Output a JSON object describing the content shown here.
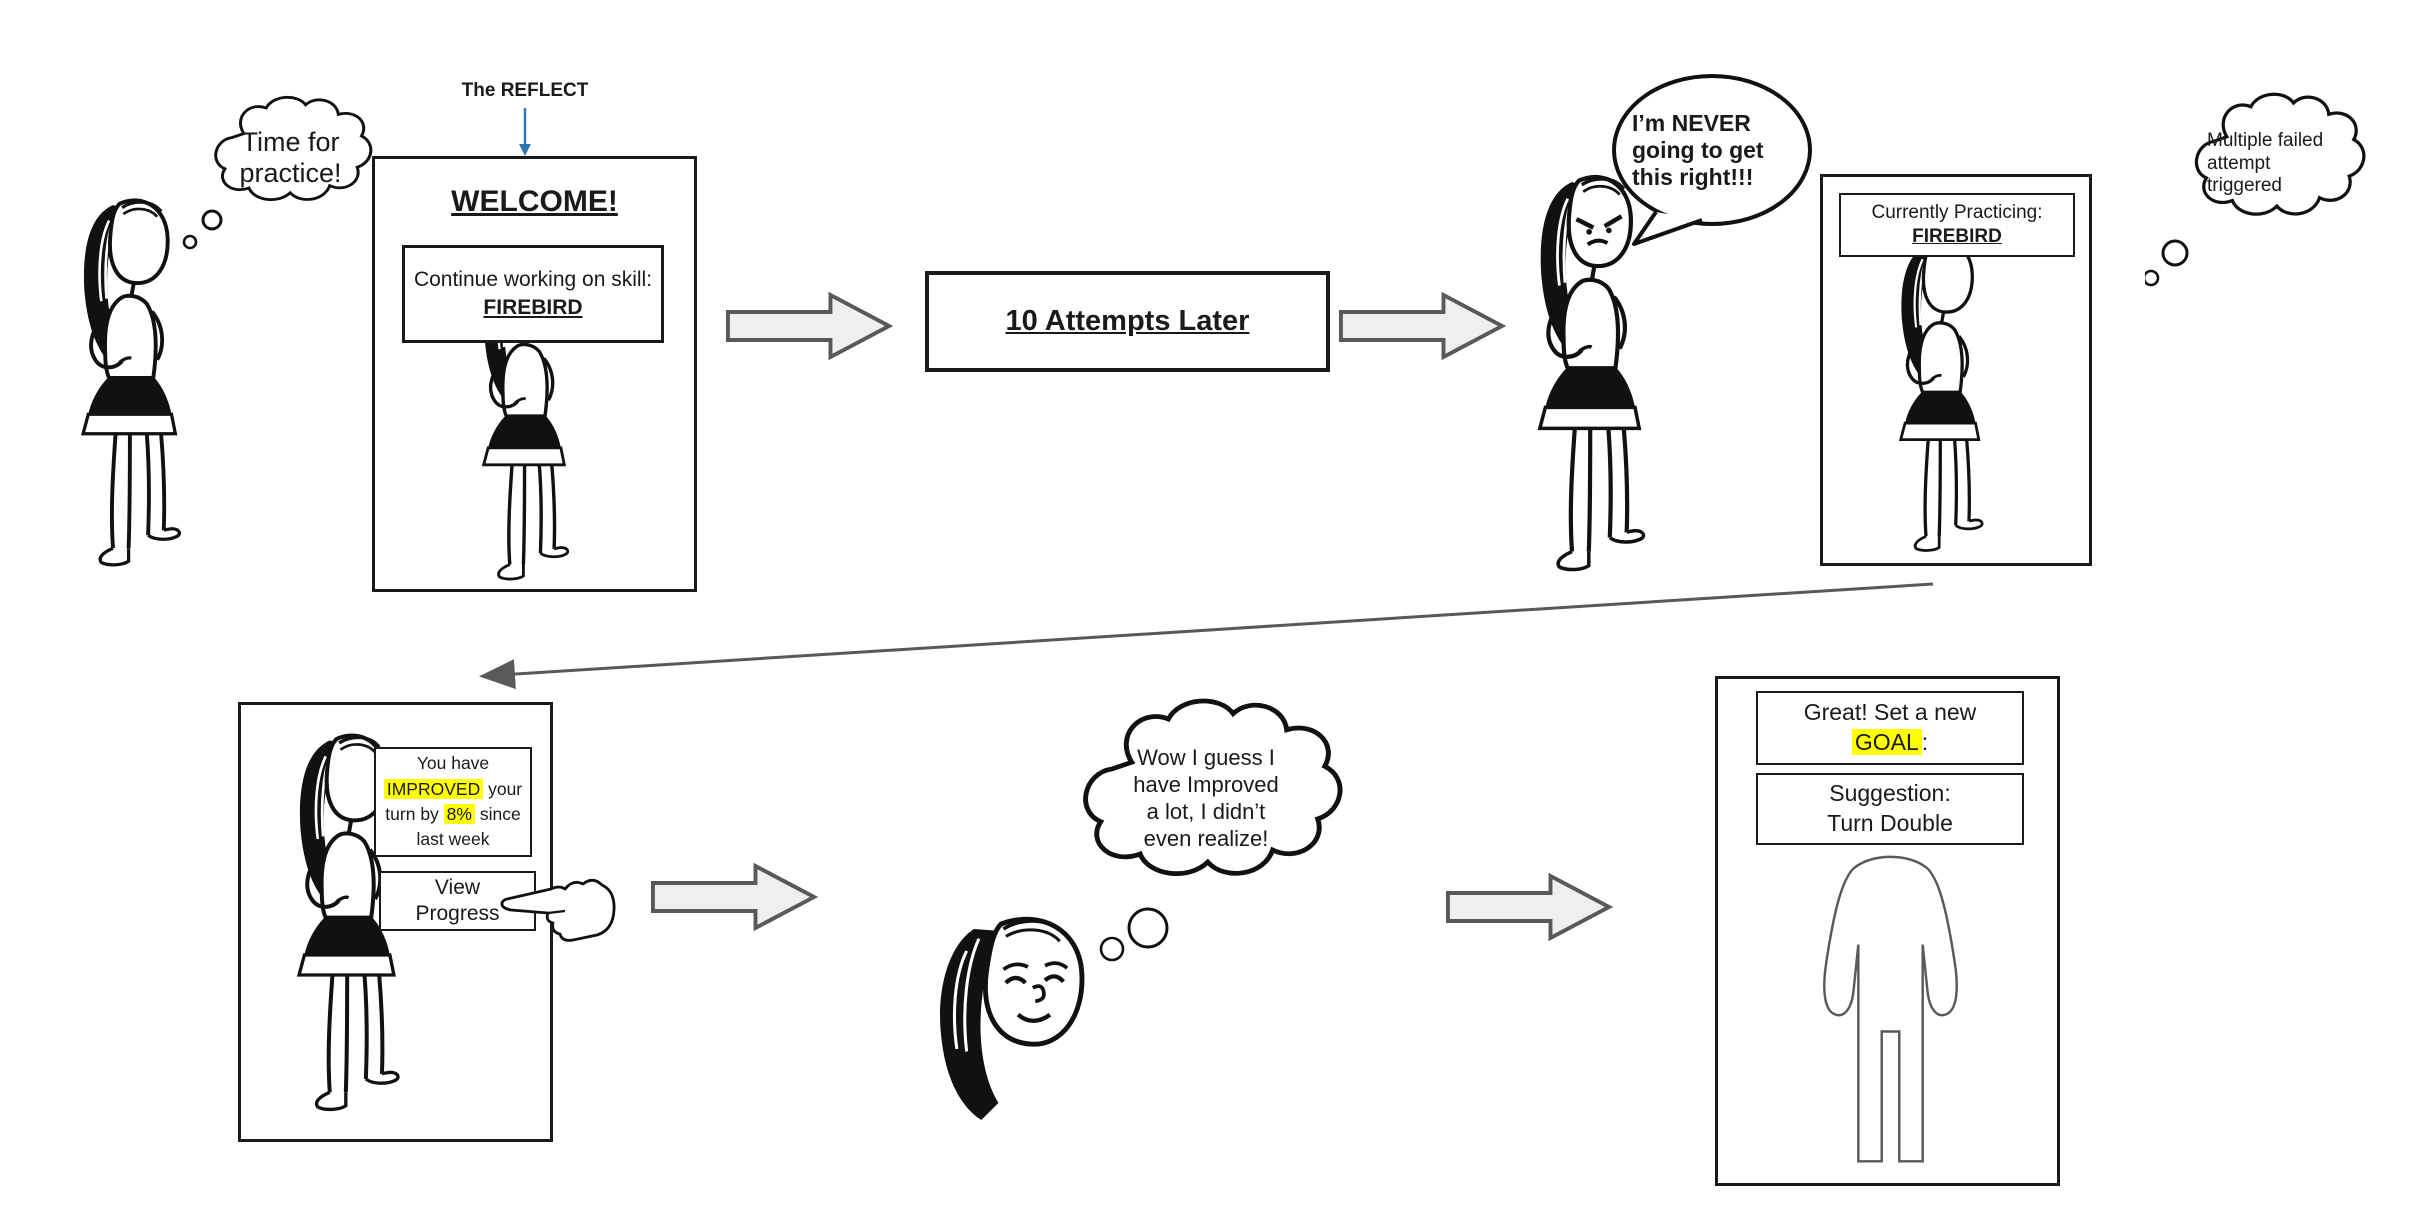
{
  "colors": {
    "background": "#ffffff",
    "ink": "#1a1a1a",
    "arrow_fill": "#efefef",
    "arrow_stroke": "#595959",
    "connector": "#595959",
    "reflect_arrow": "#2e75b6",
    "highlight": "#ffff00"
  },
  "top": {
    "thought_practice": {
      "line1": "Time for",
      "line2": "practice!"
    },
    "reflect_label": "The REFLECT",
    "welcome": {
      "title": "WELCOME!",
      "prompt": "Continue working on skill:",
      "skill": "FIREBIRD"
    },
    "attempts": {
      "label": "10 Attempts Later"
    },
    "speech_never": {
      "line1": "I’m NEVER",
      "line2": "going to get",
      "line3": "this right!!!"
    },
    "practicing": {
      "label": "Currently Practicing:",
      "skill": "FIREBIRD"
    },
    "thought_failed": {
      "line1": "Multiple failed",
      "line2": "attempt",
      "line3": "triggered"
    }
  },
  "bottom": {
    "notification": {
      "line1": "You have",
      "hl1": "IMPROVED",
      "line2_rest": " your",
      "line3_pre": "turn by ",
      "hl2": "8%",
      "line3_post": " since",
      "line4": "last week"
    },
    "view_progress": {
      "line1": "View",
      "line2": "Progress"
    },
    "thought_wow": {
      "line1": "Wow I guess I",
      "line2": "have Improved",
      "line3": "a lot, I didn’t",
      "line4": "even realize!"
    },
    "goal": {
      "header_pre": "Great! Set a new",
      "header_hl": "GOAL",
      "header_post": ":",
      "suggestion_label": "Suggestion:",
      "suggestion_value": "Turn Double"
    }
  }
}
